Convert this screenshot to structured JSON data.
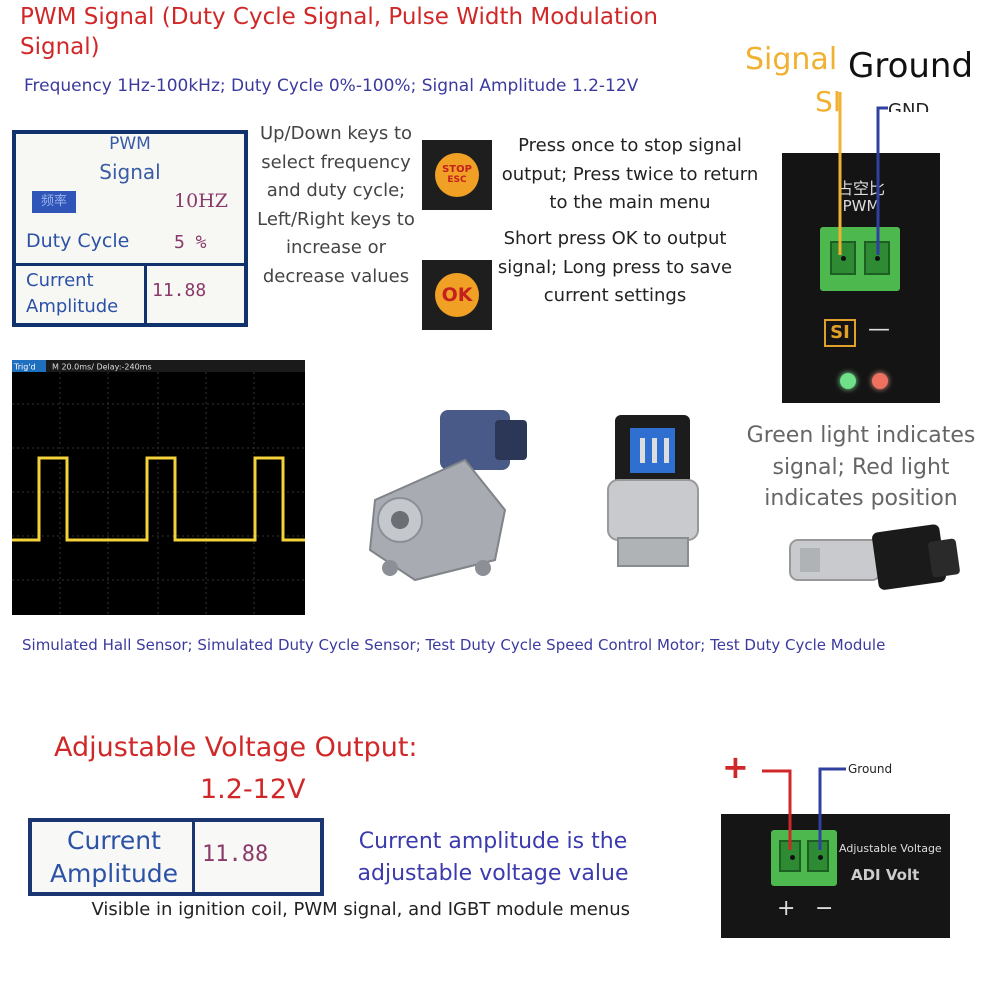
{
  "header": {
    "title": "PWM Signal (Duty Cycle Signal, Pulse Width Modulation Signal)",
    "spec": "Frequency 1Hz-100kHz; Duty Cycle 0%-100%; Signal Amplitude 1.2-12V"
  },
  "lcd": {
    "title_line1": "PWM",
    "title_line2": "Signal",
    "freq_label": "频率",
    "freq_value": "10HZ",
    "duty_label": "Duty Cycle",
    "duty_value": "5 %",
    "amp_label": "Current Amplitude",
    "amp_value": "11.88"
  },
  "keys_text": "Up/Down keys to select frequency and duty cycle; Left/Right keys to increase or decrease values",
  "stop_button": {
    "line1": "STOP",
    "line2": "ESC",
    "desc": "Press once to stop signal output; Press twice to return to the main menu"
  },
  "ok_button": {
    "label": "OK",
    "desc": "Short press OK to output signal; Long press to save current settings"
  },
  "pwm_board": {
    "signal_label": "Signal",
    "ground_label": "Ground",
    "si_label": "SI",
    "gnd_small": "GND",
    "zh_label": "占空比",
    "pwm_label": "PWM",
    "si_marker": "SI",
    "minus": "—",
    "colors": {
      "signal_wire": "#f0b030",
      "ground_wire": "#3040a0",
      "led_green": "#6ee08a",
      "led_red": "#f07060"
    }
  },
  "light_desc": "Green light indicates signal; Red light indicates position",
  "scope": {
    "header": "Trig'd",
    "timebase": "M 20.0ms/ Delay:-240ms",
    "trace_color": "#f3d23a"
  },
  "sensors_text": "Simulated Hall Sensor; Simulated Duty Cycle Sensor; Test Duty Cycle Speed Control Motor; Test Duty Cycle Module",
  "adjustable": {
    "title": "Adjustable Voltage Output:",
    "range": "1.2-12V",
    "amp_label": "Current Amplitude",
    "amp_value": "11.88",
    "amp_desc": "Current amplitude is the adjustable voltage value",
    "visible_text": "Visible in ignition coil, PWM signal, and IGBT module menus"
  },
  "adj_board": {
    "plus_label": "+",
    "ground_label": "Ground",
    "adj_voltage": "Adjustable Voltage",
    "adj_volt": "ADJ Volt",
    "plus": "+",
    "minus": "−",
    "colors": {
      "plus_wire": "#d02828",
      "ground_wire": "#3040a0"
    }
  }
}
